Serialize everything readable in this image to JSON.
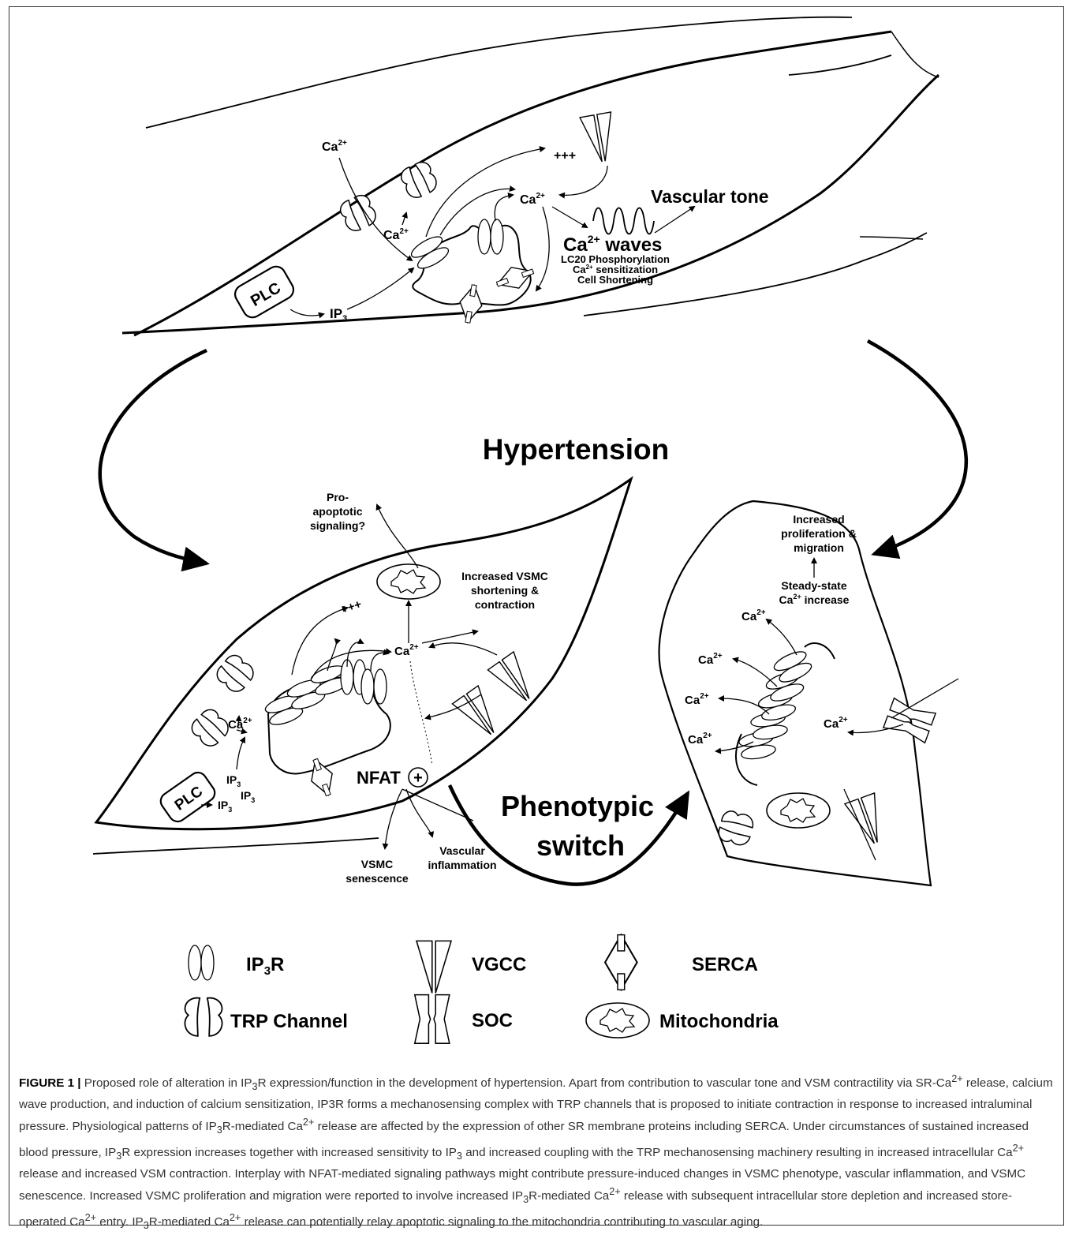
{
  "figure": {
    "top_cell": {
      "ca_outer": "Ca",
      "ca_entry": "Ca",
      "plus_top": "+++",
      "ca_center": "Ca",
      "vascular_tone": "Vascular tone",
      "ca_waves_prefix": "Ca",
      "ca_waves_suffix": "waves",
      "lc20": "LC20 Phosphorylation",
      "ca_sens_prefix": "Ca",
      "ca_sens_suffix": "sensitization",
      "cell_shortening": "Cell Shortening",
      "plc": "PLC",
      "ip3": "IP",
      "ip3_sub": "3"
    },
    "sup_2plus": "2+",
    "hypertension": "Hypertension",
    "bottom_left_cell": {
      "pro_1": "Pro-",
      "pro_2": "apoptotic",
      "pro_3": "signaling?",
      "plus": "+++",
      "inc_1": "Increased VSMC",
      "inc_2": "shortening &",
      "inc_3": "contraction",
      "ca_center": "Ca",
      "ca_left": "Ca",
      "plc": "PLC",
      "ip3": "IP",
      "ip3_sub": "3",
      "nfat": "NFAT",
      "nfat_plus": "+",
      "vsmc_1": "VSMC",
      "vsmc_2": "senescence",
      "vasc_1": "Vascular",
      "vasc_2": "inflammation"
    },
    "phenotypic_1": "Phenotypic",
    "phenotypic_2": "switch",
    "right_cell": {
      "inc_1": "Increased",
      "inc_2": "proliferation &",
      "inc_3": "migration",
      "steady_1": "Steady-state",
      "steady_2_prefix": "Ca",
      "steady_2_suffix": "increase",
      "ca": "Ca"
    },
    "legend": {
      "ip3r_prefix": "IP",
      "ip3r_sub": "3",
      "ip3r_suffix": "R",
      "vgcc": "VGCC",
      "serca": "SERCA",
      "trp": "TRP Channel",
      "soc": "SOC",
      "mito": "Mitochondria"
    }
  },
  "caption": {
    "label": "FIGURE 1 |",
    "s1": "Proposed role of alteration in IP",
    "s2": "R expression/function in the development of hypertension. Apart from contribution to vascular tone and VSM contractility via SR-Ca",
    "s3": "release, calcium wave production, and induction of calcium sensitization, IP3R forms a mechanosensing complex with TRP channels that is proposed to initiate contraction in response to increased intraluminal pressure. Physiological patterns of IP",
    "s4": "R-mediated Ca",
    "s5": "release are affected by the expression of other SR membrane proteins including SERCA. Under circumstances of sustained increased blood pressure, IP",
    "s6": "R expression increases together with increased sensitivity to IP",
    "s7": "and increased coupling with the TRP mechanosensing machinery resulting in increased intracellular Ca",
    "s8": "release and increased VSM contraction. Interplay with NFAT-mediated signaling pathways might contribute pressure-induced changes in VSMC phenotype, vascular inflammation, and VSMC senescence. Increased VSMC proliferation and migration were reported to involve increased IP",
    "s9": "R-mediated Ca",
    "s10": "release with subsequent intracellular store depletion and increased store-operated Ca",
    "s11": "entry. IP",
    "s12": "R-mediated Ca",
    "s13": "release can potentially relay apoptotic signaling to the mitochondria contributing to vascular aging.",
    "sub3": "3",
    "sup2": "2+"
  }
}
